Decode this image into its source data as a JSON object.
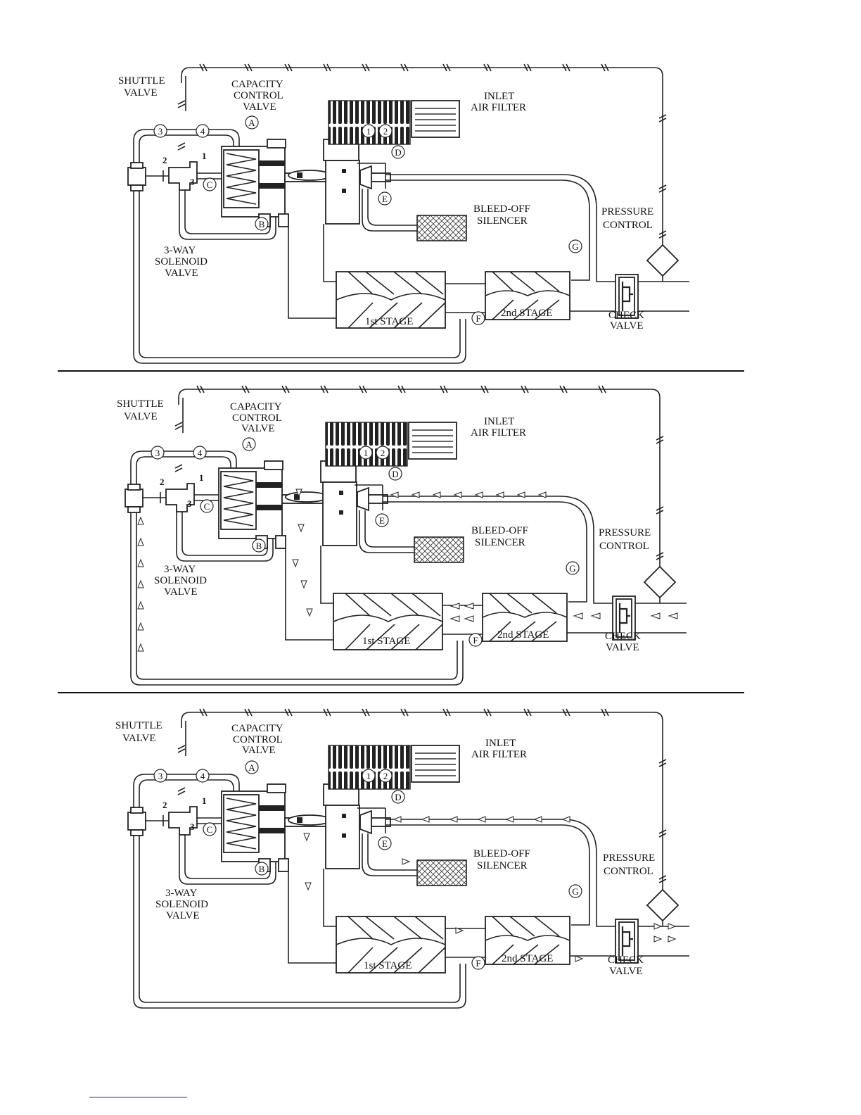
{
  "labels": {
    "shuttle_valve": [
      "SHUTTLE",
      "VALVE"
    ],
    "capacity_control_valve": [
      "CAPACITY",
      "CONTROL",
      "VALVE"
    ],
    "inlet_air_filter": [
      "INLET",
      "AIR FILTER"
    ],
    "bleed_off_silencer": [
      "BLEED-OFF",
      "SILENCER"
    ],
    "pressure_control": [
      "PRESSURE",
      "CONTROL"
    ],
    "three_way_solenoid_valve": [
      "3-WAY",
      "SOLENOID",
      "VALVE"
    ],
    "first_stage": "1st STAGE",
    "second_stage": "2nd STAGE",
    "check_valve": [
      "CHECK",
      "VALVE"
    ]
  },
  "callouts": {
    "circled_numbers": [
      "1",
      "2",
      "3",
      "4"
    ],
    "circled_letters": [
      "A",
      "B",
      "C",
      "D",
      "E",
      "F",
      "G"
    ],
    "port_numbers": [
      "1",
      "2",
      "3"
    ]
  },
  "panels": [
    {
      "id": "panel-1",
      "state": "idle"
    },
    {
      "id": "panel-2",
      "state": "loaded"
    },
    {
      "id": "panel-3",
      "state": "unloaded"
    }
  ]
}
